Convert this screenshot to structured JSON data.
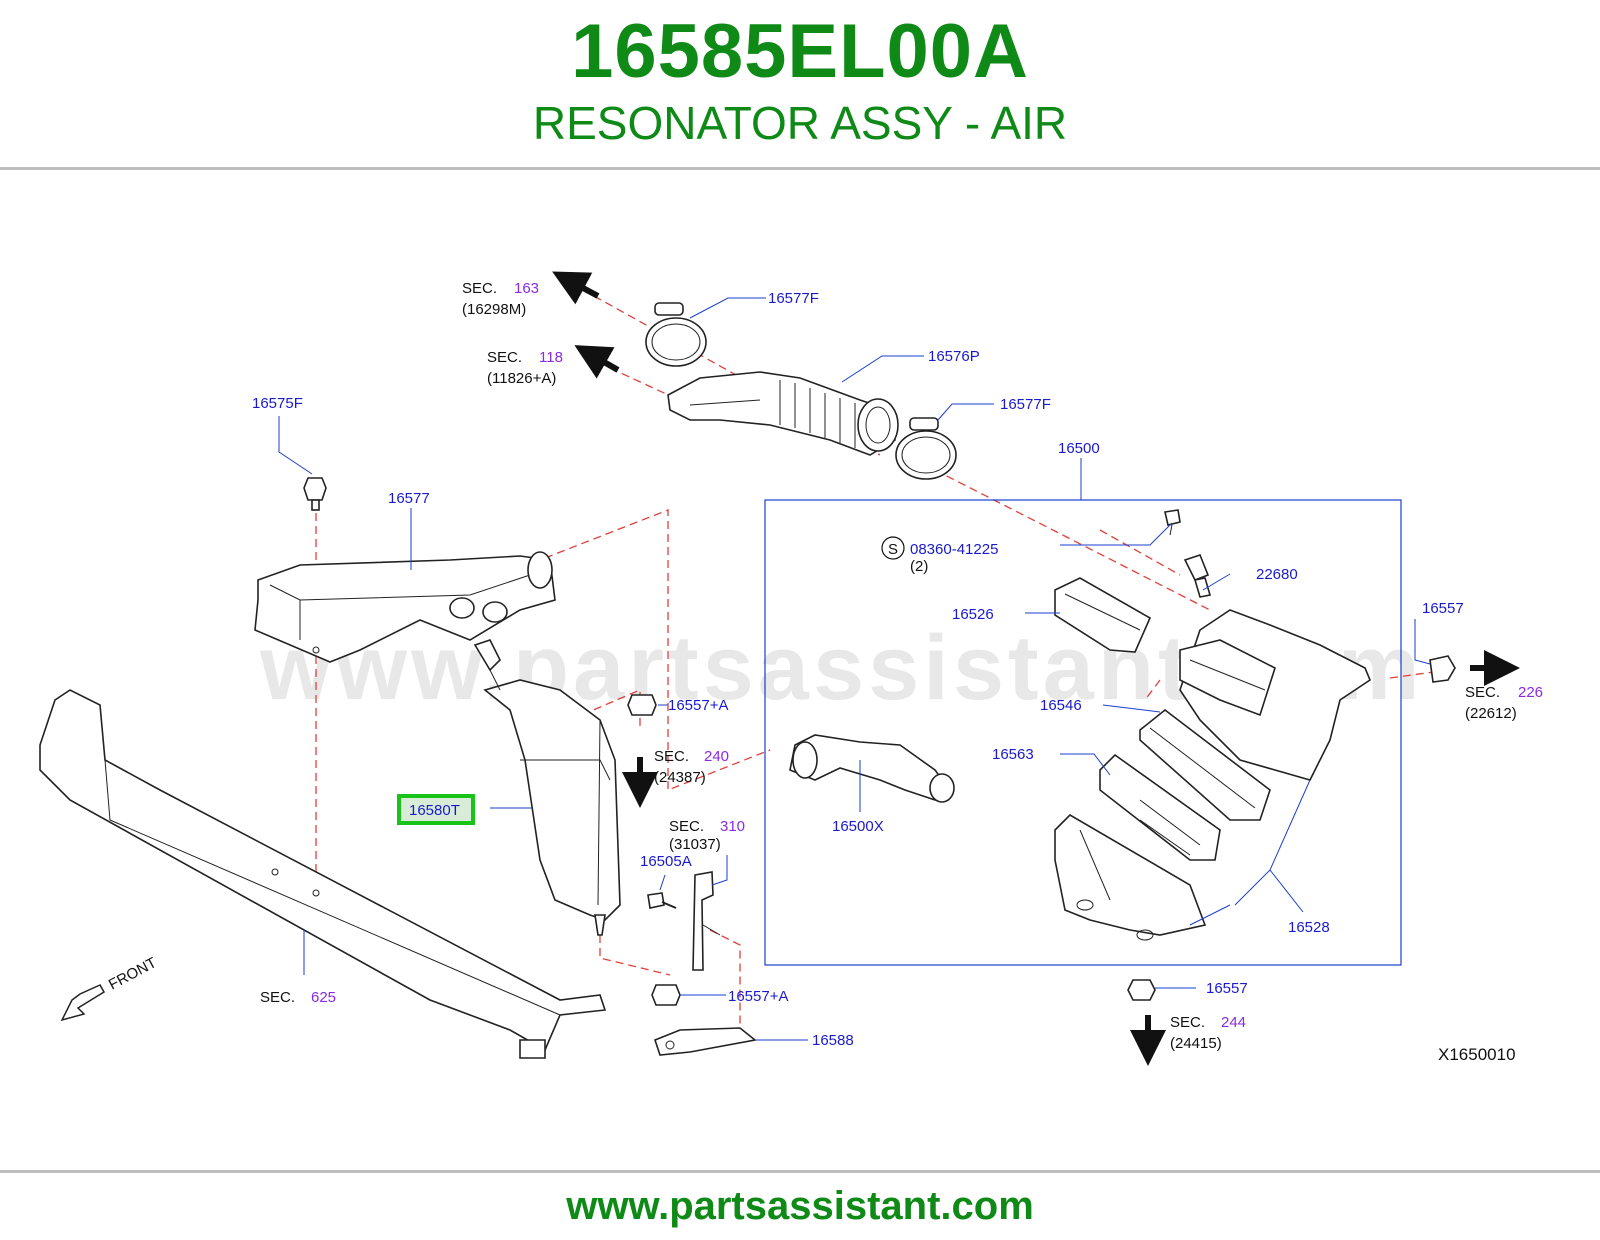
{
  "header": {
    "part_number": "16585EL00A",
    "part_name": "RESONATOR ASSY - AIR"
  },
  "footer": {
    "url": "www.partsassistant.com"
  },
  "watermark": "www.partsassistant.com",
  "diagram_code": "X1650010",
  "front_label": "FRONT",
  "highlight_color": "#19c419",
  "labels": {
    "p16577F_a": "16577F",
    "p16576P": "16576P",
    "p16577F_b": "16577F",
    "p16575F": "16575F",
    "p16577": "16577",
    "p16500": "16500",
    "p08360": "08360-41225",
    "p08360_qty": "(2)",
    "s_mark": "S",
    "p22680": "22680",
    "p16526": "16526",
    "p16557_r": "16557",
    "p16546": "16546",
    "p16563": "16563",
    "p16557A_top": "16557+A",
    "p16580T": "16580T",
    "p16500X": "16500X",
    "p16505A": "16505A",
    "p16528": "16528",
    "p16557_b": "16557",
    "p16557A_bot": "16557+A",
    "p16588": "16588"
  },
  "sections": [
    {
      "id": "sec163",
      "prefix": "SEC.",
      "num": "163",
      "ref": "(16298M)"
    },
    {
      "id": "sec118",
      "prefix": "SEC.",
      "num": "118",
      "ref": "(11826+A)"
    },
    {
      "id": "sec240",
      "prefix": "SEC.",
      "num": "240",
      "ref": "(24387)"
    },
    {
      "id": "sec310",
      "prefix": "SEC.",
      "num": "310",
      "ref": "(31037)"
    },
    {
      "id": "sec625",
      "prefix": "SEC.",
      "num": "625",
      "ref": ""
    },
    {
      "id": "sec226",
      "prefix": "SEC.",
      "num": "226",
      "ref": "(22612)"
    },
    {
      "id": "sec244",
      "prefix": "SEC.",
      "num": "244",
      "ref": "(24415)"
    }
  ]
}
